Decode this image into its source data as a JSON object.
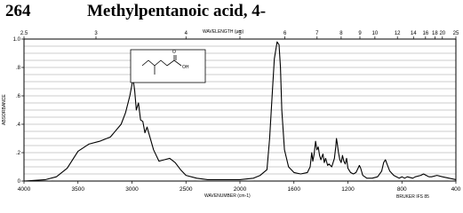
{
  "header": {
    "number": "264",
    "compound": "Methylpentanoic acid, 4-"
  },
  "chart_data": {
    "type": "line",
    "xlabel": "WAVENUMBER (cm-1)",
    "ylabel": "ABSORBANCE",
    "top_axis_label": "WAVELENGTH (μm)",
    "footer": "BRUKER IFS 85",
    "x_reversed": true,
    "xlim": [
      4000,
      400
    ],
    "ylim": [
      0,
      1.0
    ],
    "x_ticks": [
      "4000",
      "3500",
      "3000",
      "2500",
      "2000",
      "1600",
      "1200",
      "800",
      "400"
    ],
    "y_ticks": [
      "0",
      ".2",
      ".4",
      ".6",
      ".8",
      "1.0"
    ],
    "top_ticks": [
      "2.5",
      "3",
      "4",
      "5",
      "6",
      "7",
      "8",
      "9",
      "10",
      "12",
      "14",
      "16",
      "18",
      "20",
      "25"
    ],
    "structure_labels": [
      "O",
      "OH"
    ],
    "series": [
      {
        "points": [
          [
            4000,
            0.0
          ],
          [
            3800,
            0.01
          ],
          [
            3700,
            0.03
          ],
          [
            3600,
            0.09
          ],
          [
            3500,
            0.21
          ],
          [
            3400,
            0.26
          ],
          [
            3300,
            0.28
          ],
          [
            3200,
            0.31
          ],
          [
            3100,
            0.4
          ],
          [
            3060,
            0.48
          ],
          [
            3020,
            0.6
          ],
          [
            2990,
            0.72
          ],
          [
            2975,
            0.64
          ],
          [
            2960,
            0.5
          ],
          [
            2940,
            0.55
          ],
          [
            2920,
            0.43
          ],
          [
            2900,
            0.42
          ],
          [
            2880,
            0.34
          ],
          [
            2860,
            0.38
          ],
          [
            2800,
            0.22
          ],
          [
            2750,
            0.14
          ],
          [
            2700,
            0.15
          ],
          [
            2650,
            0.16
          ],
          [
            2600,
            0.13
          ],
          [
            2550,
            0.08
          ],
          [
            2500,
            0.04
          ],
          [
            2400,
            0.02
          ],
          [
            2300,
            0.01
          ],
          [
            2200,
            0.01
          ],
          [
            2000,
            0.01
          ],
          [
            1900,
            0.02
          ],
          [
            1850,
            0.04
          ],
          [
            1800,
            0.08
          ],
          [
            1780,
            0.3
          ],
          [
            1760,
            0.62
          ],
          [
            1745,
            0.86
          ],
          [
            1725,
            0.98
          ],
          [
            1710,
            0.96
          ],
          [
            1700,
            0.8
          ],
          [
            1690,
            0.5
          ],
          [
            1670,
            0.22
          ],
          [
            1640,
            0.1
          ],
          [
            1600,
            0.06
          ],
          [
            1550,
            0.05
          ],
          [
            1500,
            0.06
          ],
          [
            1480,
            0.1
          ],
          [
            1468,
            0.2
          ],
          [
            1460,
            0.14
          ],
          [
            1450,
            0.19
          ],
          [
            1440,
            0.28
          ],
          [
            1430,
            0.22
          ],
          [
            1420,
            0.24
          ],
          [
            1410,
            0.18
          ],
          [
            1400,
            0.15
          ],
          [
            1385,
            0.19
          ],
          [
            1375,
            0.13
          ],
          [
            1365,
            0.16
          ],
          [
            1350,
            0.11
          ],
          [
            1340,
            0.12
          ],
          [
            1320,
            0.1
          ],
          [
            1300,
            0.16
          ],
          [
            1290,
            0.24
          ],
          [
            1285,
            0.3
          ],
          [
            1280,
            0.27
          ],
          [
            1270,
            0.2
          ],
          [
            1260,
            0.15
          ],
          [
            1250,
            0.13
          ],
          [
            1240,
            0.18
          ],
          [
            1230,
            0.14
          ],
          [
            1220,
            0.12
          ],
          [
            1210,
            0.16
          ],
          [
            1200,
            0.09
          ],
          [
            1180,
            0.06
          ],
          [
            1160,
            0.05
          ],
          [
            1140,
            0.06
          ],
          [
            1125,
            0.09
          ],
          [
            1115,
            0.11
          ],
          [
            1105,
            0.09
          ],
          [
            1090,
            0.04
          ],
          [
            1060,
            0.02
          ],
          [
            1020,
            0.02
          ],
          [
            980,
            0.03
          ],
          [
            950,
            0.07
          ],
          [
            935,
            0.13
          ],
          [
            922,
            0.15
          ],
          [
            910,
            0.12
          ],
          [
            890,
            0.07
          ],
          [
            860,
            0.04
          ],
          [
            840,
            0.03
          ],
          [
            820,
            0.02
          ],
          [
            800,
            0.03
          ],
          [
            780,
            0.02
          ],
          [
            760,
            0.03
          ],
          [
            720,
            0.02
          ],
          [
            700,
            0.03
          ],
          [
            660,
            0.04
          ],
          [
            640,
            0.05
          ],
          [
            620,
            0.04
          ],
          [
            600,
            0.03
          ],
          [
            580,
            0.03
          ],
          [
            540,
            0.04
          ],
          [
            500,
            0.03
          ],
          [
            450,
            0.02
          ],
          [
            400,
            0.01
          ]
        ]
      }
    ]
  }
}
